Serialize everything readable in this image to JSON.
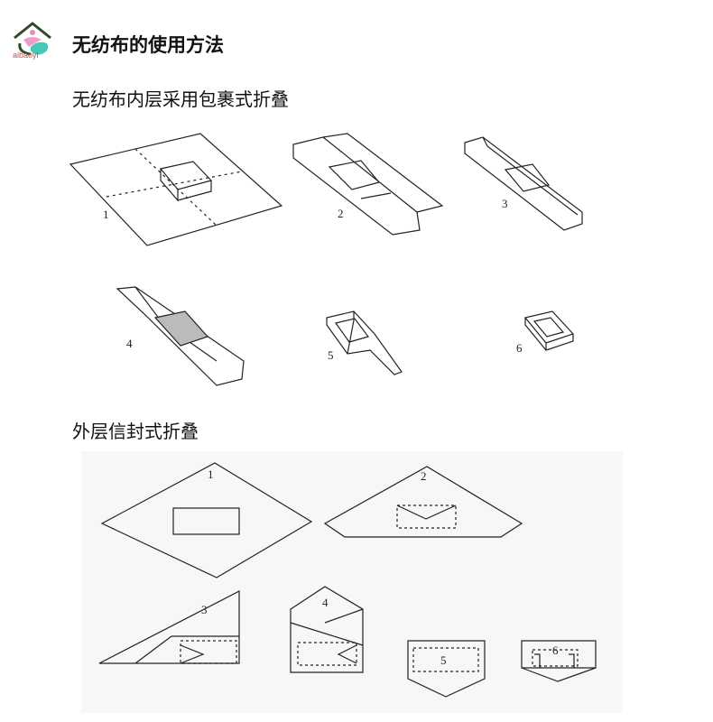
{
  "logo": {
    "text": "aibaoyl"
  },
  "title": "无纺布的使用方法",
  "section_inner": {
    "heading": "无纺布内层采用包裹式折叠",
    "steps": [
      "1",
      "2",
      "3",
      "4",
      "5",
      "6"
    ]
  },
  "section_outer": {
    "heading": "外层信封式折叠",
    "steps": [
      "1",
      "2",
      "3",
      "4",
      "5",
      "6"
    ]
  }
}
